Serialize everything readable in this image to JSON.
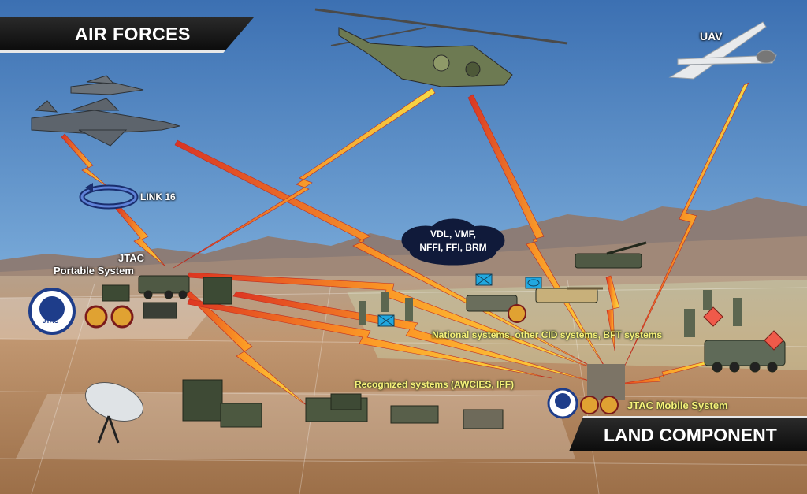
{
  "banners": {
    "air": "AIR FORCES",
    "land": "LAND COMPONENT"
  },
  "labels": {
    "uav": "UAV",
    "link16": "LINK 16",
    "jtac_portable_line1": "JTAC",
    "jtac_portable_line2": "Portable System",
    "cloud_line1": "VDL, VMF,",
    "cloud_line2": "NFFI, FFI, BRM",
    "national_systems": "National systems, other CID systems, BFT systems",
    "recognized_systems": "Recognized systems (AWCIES, IFF)",
    "jtac_mobile": "JTAC Mobile System",
    "badge_jtac": "JTAC"
  },
  "colors": {
    "sky_top": "#3f74b4",
    "sky_bottom": "#b9d4ea",
    "terrain": "#b48e64",
    "bolt_outer": "#d8331e",
    "bolt_inner": "#ffd23a",
    "label_yellow": "#f6f17a",
    "marker_blue": "#21a8e0",
    "marker_red": "#ef5a4a"
  }
}
